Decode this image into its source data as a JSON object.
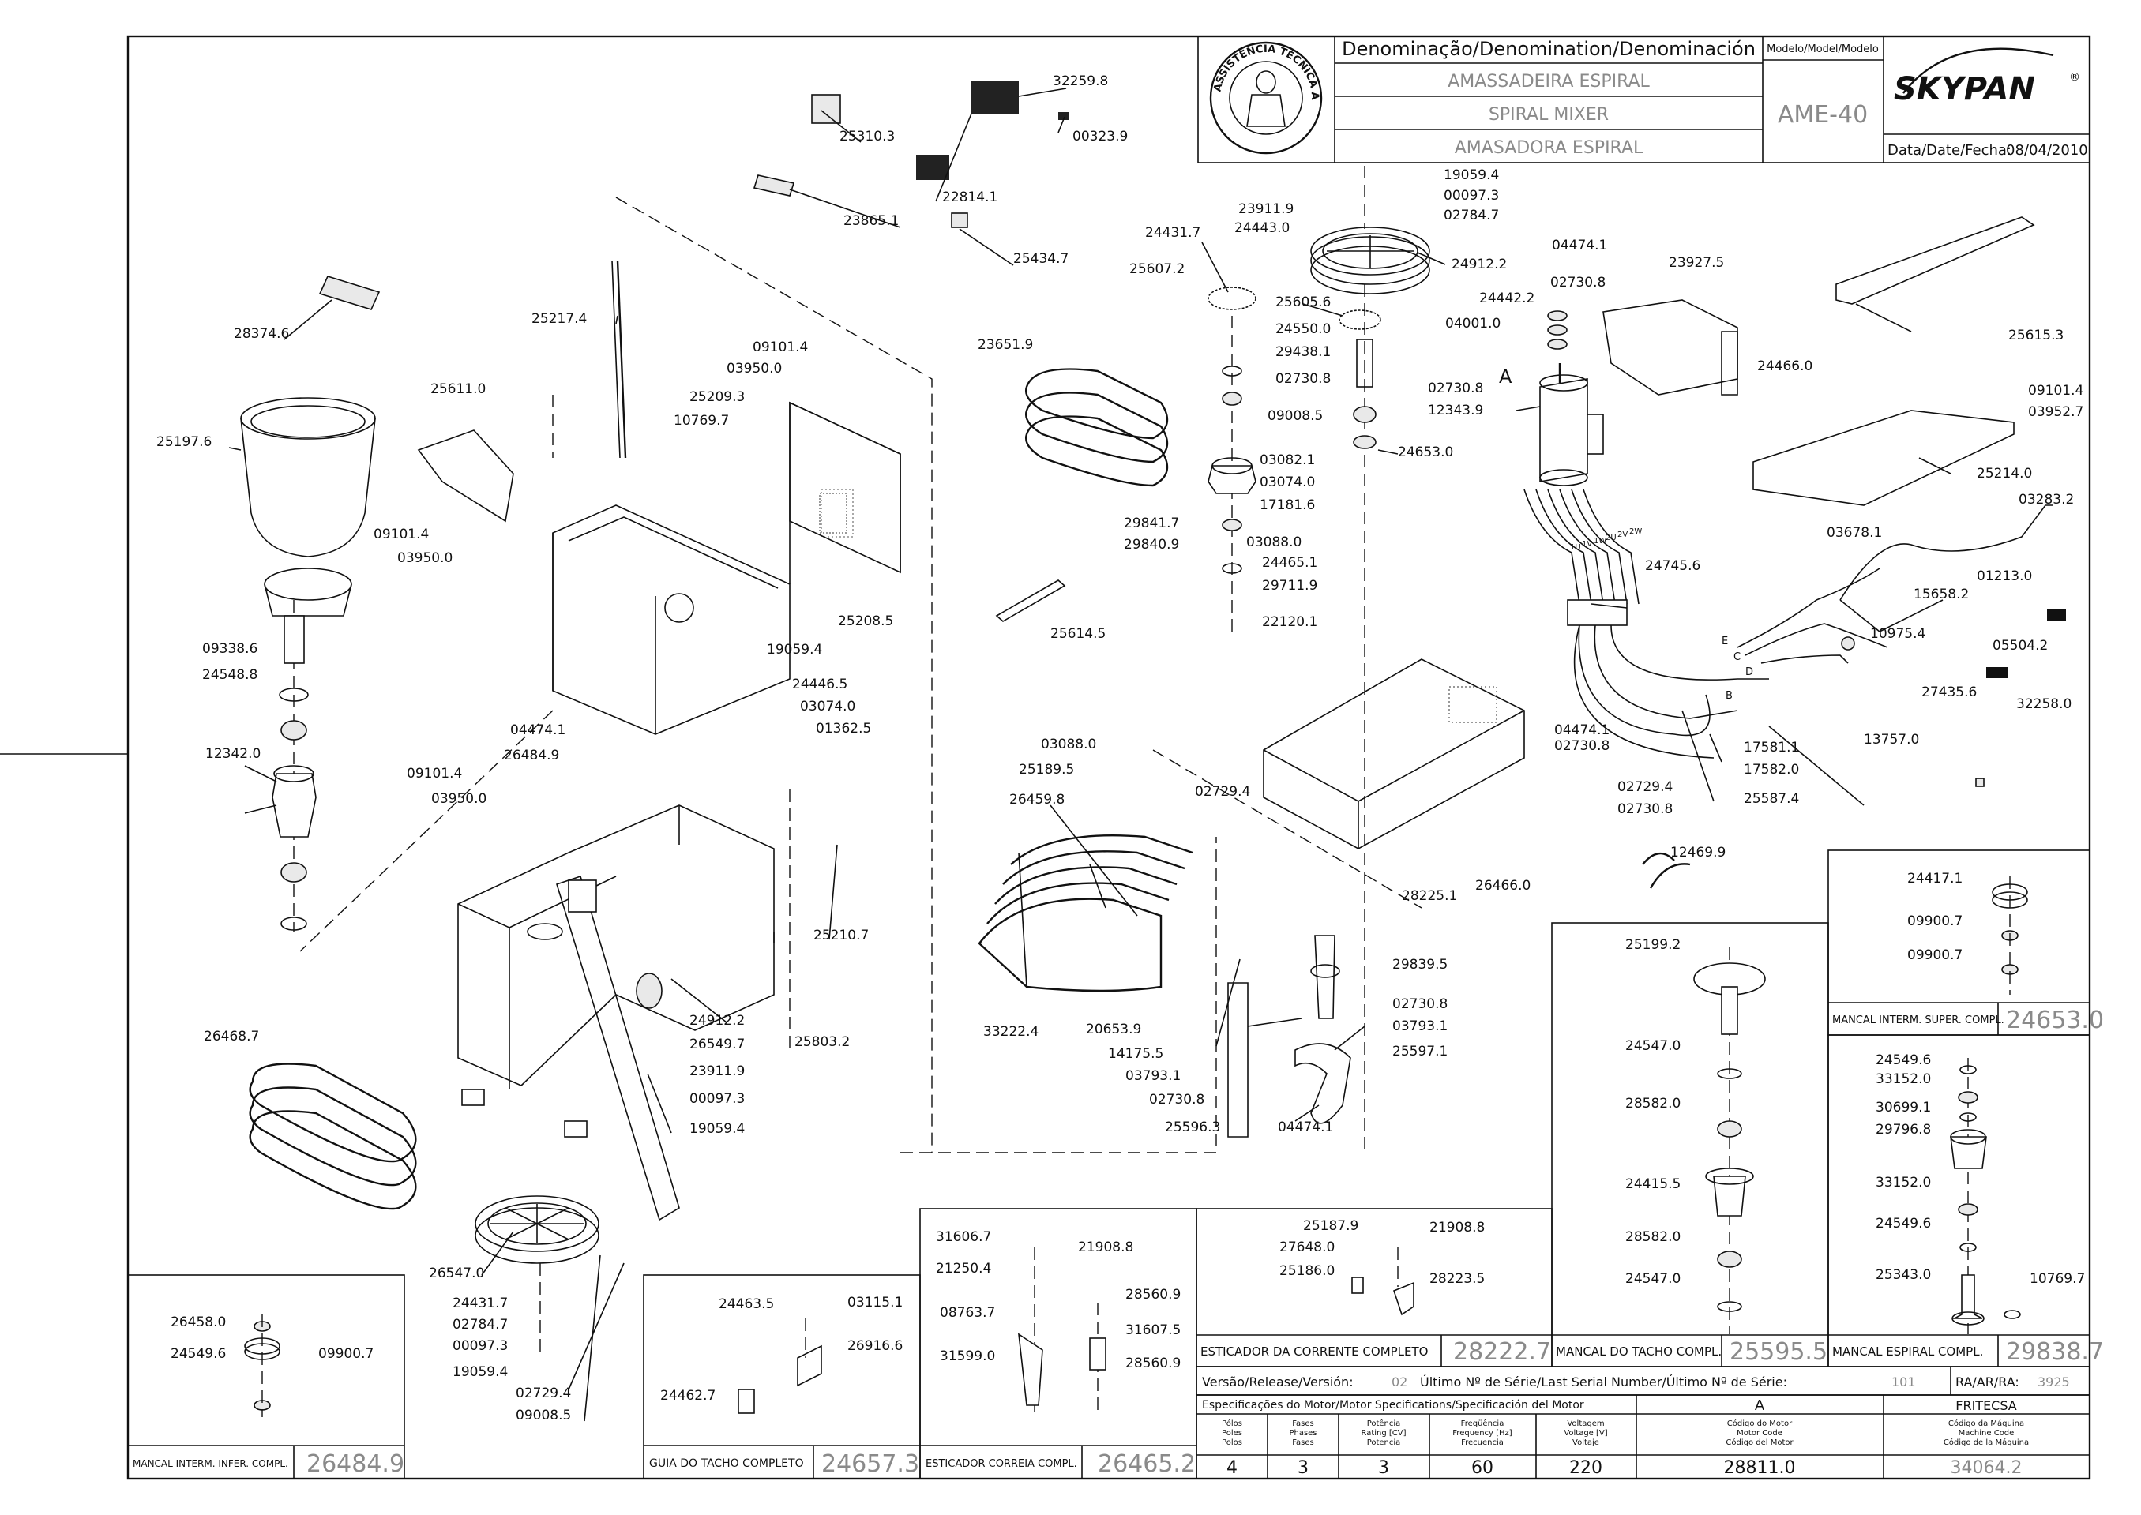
{
  "title_block": {
    "denomination_header": "Denominação/Denomination/Denominación",
    "name_pt": "AMASSADEIRA ESPIRAL",
    "name_en": "SPIRAL MIXER",
    "name_es": "AMASADORA ESPIRAL",
    "model_header": "Modelo/Model/Modelo",
    "model": "AME-40",
    "brand": "SKYPAN",
    "date_label": "Data/Date/Fecha:",
    "date": "08/04/2010",
    "seal_text": "ASSISTÊNCIA TÉCNICA AUTORIZADA"
  },
  "part_labels": [
    {
      "id": "p1",
      "text": "32259.8"
    },
    {
      "id": "p2",
      "text": "25310.3"
    },
    {
      "id": "p3",
      "text": "00323.9"
    },
    {
      "id": "p4",
      "text": "22814.1"
    },
    {
      "id": "p5",
      "text": "23865.1"
    },
    {
      "id": "p6",
      "text": "25434.7"
    },
    {
      "id": "p7",
      "text": "28374.6"
    },
    {
      "id": "p8",
      "text": "25217.4"
    },
    {
      "id": "p9",
      "text": "09101.4"
    },
    {
      "id": "p10",
      "text": "03950.0"
    },
    {
      "id": "p11",
      "text": "25209.3"
    },
    {
      "id": "p12",
      "text": "10769.7"
    },
    {
      "id": "p13",
      "text": "25611.0"
    },
    {
      "id": "p14",
      "text": "25197.6"
    },
    {
      "id": "p15",
      "text": "09101.4"
    },
    {
      "id": "p16",
      "text": "03950.0"
    },
    {
      "id": "p17",
      "text": "25208.5"
    },
    {
      "id": "p18",
      "text": "19059.4"
    },
    {
      "id": "p19",
      "text": "09338.6"
    },
    {
      "id": "p20",
      "text": "24548.8"
    },
    {
      "id": "p21",
      "text": "24446.5"
    },
    {
      "id": "p22",
      "text": "03074.0"
    },
    {
      "id": "p23",
      "text": "01362.5"
    },
    {
      "id": "p24",
      "text": "04474.1"
    },
    {
      "id": "p25",
      "text": "26484.9"
    },
    {
      "id": "p26",
      "text": "12342.0"
    },
    {
      "id": "p27",
      "text": "09101.4"
    },
    {
      "id": "p28",
      "text": "03950.0"
    },
    {
      "id": "p29",
      "text": "25210.7"
    },
    {
      "id": "p30",
      "text": "24912.2"
    },
    {
      "id": "p31",
      "text": "26549.7"
    },
    {
      "id": "p32",
      "text": "25803.2"
    },
    {
      "id": "p33",
      "text": "23911.9"
    },
    {
      "id": "p34",
      "text": "00097.3"
    },
    {
      "id": "p35",
      "text": "19059.4"
    },
    {
      "id": "p36",
      "text": "26468.7"
    },
    {
      "id": "p37",
      "text": "26547.0"
    },
    {
      "id": "p38",
      "text": "24431.7"
    },
    {
      "id": "p39",
      "text": "02784.7"
    },
    {
      "id": "p40",
      "text": "00097.3"
    },
    {
      "id": "p41",
      "text": "19059.4"
    },
    {
      "id": "p42",
      "text": "02729.4"
    },
    {
      "id": "p43",
      "text": "09008.5"
    },
    {
      "id": "p44",
      "text": "23651.9"
    },
    {
      "id": "p45",
      "text": "25614.5"
    },
    {
      "id": "p46",
      "text": "03088.0"
    },
    {
      "id": "p47",
      "text": "25189.5"
    },
    {
      "id": "p48",
      "text": "26459.8"
    },
    {
      "id": "p49",
      "text": "33222.4"
    },
    {
      "id": "p50",
      "text": "20653.9"
    },
    {
      "id": "p51",
      "text": "14175.5"
    },
    {
      "id": "p52",
      "text": "19059.4"
    },
    {
      "id": "p53",
      "text": "00097.3"
    },
    {
      "id": "p54",
      "text": "02784.7"
    },
    {
      "id": "p55",
      "text": "23911.9"
    },
    {
      "id": "p56",
      "text": "24443.0"
    },
    {
      "id": "p57",
      "text": "24431.7"
    },
    {
      "id": "p58",
      "text": "25607.2"
    },
    {
      "id": "p59",
      "text": "24912.2"
    },
    {
      "id": "p60",
      "text": "25605.6"
    },
    {
      "id": "p61",
      "text": "24550.0"
    },
    {
      "id": "p62",
      "text": "29438.1"
    },
    {
      "id": "p63",
      "text": "02730.8"
    },
    {
      "id": "p64",
      "text": "09008.5"
    },
    {
      "id": "p65",
      "text": "03082.1"
    },
    {
      "id": "p66",
      "text": "03074.0"
    },
    {
      "id": "p67",
      "text": "17181.6"
    },
    {
      "id": "p68",
      "text": "29841.7"
    },
    {
      "id": "p69",
      "text": "29840.9"
    },
    {
      "id": "p70",
      "text": "03088.0"
    },
    {
      "id": "p71",
      "text": "24465.1"
    },
    {
      "id": "p72",
      "text": "29711.9"
    },
    {
      "id": "p73",
      "text": "22120.1"
    },
    {
      "id": "p74",
      "text": "04474.1"
    },
    {
      "id": "p75",
      "text": "02730.8"
    },
    {
      "id": "p76",
      "text": "23927.5"
    },
    {
      "id": "p77",
      "text": "24442.2"
    },
    {
      "id": "p78",
      "text": "04001.0"
    },
    {
      "id": "p79",
      "text": "02730.8"
    },
    {
      "id": "p80",
      "text": "12343.9"
    },
    {
      "id": "p81",
      "text": "24653.0"
    },
    {
      "id": "p82",
      "text": "24466.0"
    },
    {
      "id": "p83",
      "text": "25615.3"
    },
    {
      "id": "p84",
      "text": "09101.4"
    },
    {
      "id": "p85",
      "text": "03952.7"
    },
    {
      "id": "p86",
      "text": "25214.0"
    },
    {
      "id": "p87",
      "text": "03283.2"
    },
    {
      "id": "p88",
      "text": "03678.1"
    },
    {
      "id": "p89",
      "text": "01213.0"
    },
    {
      "id": "p90",
      "text": "15658.2"
    },
    {
      "id": "p91",
      "text": "24745.6"
    },
    {
      "id": "p92",
      "text": "10975.4"
    },
    {
      "id": "p93",
      "text": "05504.2"
    },
    {
      "id": "p94",
      "text": "27435.6"
    },
    {
      "id": "p95",
      "text": "32258.0"
    },
    {
      "id": "p96",
      "text": "04474.1"
    },
    {
      "id": "p97",
      "text": "02730.8"
    },
    {
      "id": "p98",
      "text": "17581.1"
    },
    {
      "id": "p99",
      "text": "17582.0"
    },
    {
      "id": "p100",
      "text": "25587.4"
    },
    {
      "id": "p101",
      "text": "13757.0"
    },
    {
      "id": "p102",
      "text": "02729.4"
    },
    {
      "id": "p103",
      "text": "02729.4"
    },
    {
      "id": "p104",
      "text": "02730.8"
    },
    {
      "id": "p105",
      "text": "12469.9"
    },
    {
      "id": "p106",
      "text": "28225.1"
    },
    {
      "id": "p107",
      "text": "26466.0"
    },
    {
      "id": "p108",
      "text": "29839.5"
    },
    {
      "id": "p109",
      "text": "02730.8"
    },
    {
      "id": "p110",
      "text": "03793.1"
    },
    {
      "id": "p111",
      "text": "25597.1"
    },
    {
      "id": "p112",
      "text": "03793.1"
    },
    {
      "id": "p113",
      "text": "02730.8"
    },
    {
      "id": "p114",
      "text": "25596.3"
    },
    {
      "id": "p115",
      "text": "04474.1"
    }
  ],
  "motor_letter": "A",
  "wire_letters": [
    "B",
    "C",
    "D",
    "E"
  ],
  "detail_boxes": {
    "mancal_super": {
      "labels": [
        "24417.1",
        "09900.7",
        "09900.7"
      ],
      "title": "MANCAL INTERM. SUPER. COMPL.",
      "code": "24653.0"
    },
    "espiral": {
      "labels": [
        "24549.6",
        "33152.0",
        "30699.1",
        "29796.8",
        "33152.0",
        "24549.6",
        "25343.0",
        "10769.7"
      ],
      "title": "MANCAL ESPIRAL COMPL.",
      "code": "29838.7"
    },
    "tacho": {
      "labels": [
        "25199.2",
        "24547.0",
        "28582.0",
        "24415.5",
        "28582.0",
        "24547.0"
      ],
      "title": "MANCAL DO TACHO COMPL.",
      "code": "25595.5"
    },
    "esticador_corrente": {
      "labels": [
        "25187.9",
        "21908.8",
        "27648.0",
        "25186.0",
        "28223.5"
      ],
      "title": "ESTICADOR DA CORRENTE COMPLETO",
      "code": "28222.7"
    },
    "esticador_correia": {
      "labels": [
        "31606.7",
        "21908.8",
        "21250.4",
        "28560.9",
        "08763.7",
        "31607.5",
        "31599.0",
        "28560.9"
      ],
      "title": "ESTICADOR CORREIA COMPL.",
      "code": "26465.2"
    },
    "guia_tacho": {
      "labels": [
        "24463.5",
        "03115.1",
        "26916.6",
        "24462.7"
      ],
      "title": "GUIA DO TACHO COMPLETO",
      "code": "24657.3"
    },
    "mancal_infer": {
      "labels": [
        "26458.0",
        "24549.6",
        "09900.7"
      ],
      "title": "MANCAL INTERM. INFER. COMPL.",
      "code": "26484.9"
    }
  },
  "release_row": {
    "version_label": "Versão/Release/Versión:",
    "version": "02",
    "serial_label": "Último Nº de Série/Last Serial Number/Último Nº de Série:",
    "serial": "101",
    "ra_label": "RA/AR/RA:",
    "ra": "3925"
  },
  "motor_specs": {
    "header": "Especificações do Motor/Motor Specifications/Specificación del Motor",
    "motor_code_letter": "A",
    "manufacturer": "FRITECSA",
    "columns": [
      {
        "l1": "Pólos",
        "l2": "Poles",
        "l3": "Polos",
        "value": "4"
      },
      {
        "l1": "Fases",
        "l2": "Phases",
        "l3": "Fases",
        "value": "3"
      },
      {
        "l1": "Potência",
        "l2": "Rating [CV]",
        "l3": "Potencia",
        "value": "3"
      },
      {
        "l1": "Freqüência",
        "l2": "Frequency [Hz]",
        "l3": "Frecuencia",
        "value": "60"
      },
      {
        "l1": "Voltagem",
        "l2": "Voltage [V]",
        "l3": "Voltaje",
        "value": "220"
      },
      {
        "l1": "Código do Motor",
        "l2": "Motor Code",
        "l3": "Código del Motor",
        "value": "28811.0"
      },
      {
        "l1": "Código da Máquina",
        "l2": "Machine Code",
        "l3": "Código de la Máquina",
        "value": "34064.2"
      }
    ]
  },
  "terminal_labels": [
    "1U",
    "1V",
    "1W",
    "2U",
    "2V",
    "2W"
  ]
}
